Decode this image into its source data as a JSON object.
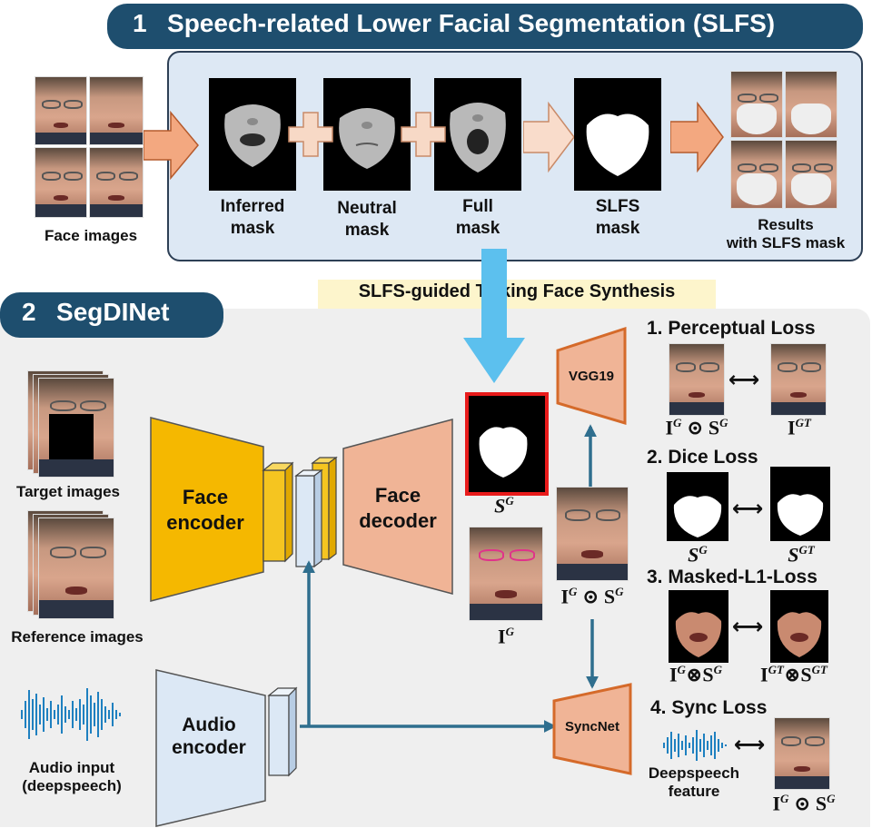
{
  "section1": {
    "number": "1",
    "title": "Speech-related Lower Facial Segmentation (SLFS)"
  },
  "section2": {
    "number": "2",
    "title": "SegDINet"
  },
  "slfs_banner": "SLFS-guided Talking Face Synthesis",
  "labels": {
    "face_images": "Face images",
    "inferred_mask_1": "Inferred",
    "inferred_mask_2": "mask",
    "neutral_mask_1": "Neutral",
    "neutral_mask_2": "mask",
    "full_mask_1": "Full",
    "full_mask_2": "mask",
    "slfs_mask_1": "SLFS",
    "slfs_mask_2": "mask",
    "results_1": "Results",
    "results_2": "with SLFS mask",
    "target_images": "Target images",
    "reference_images": "Reference images",
    "audio_input_1": "Audio input",
    "audio_input_2": "(deepspeech)",
    "face_encoder_1": "Face",
    "face_encoder_2": "encoder",
    "face_decoder_1": "Face",
    "face_decoder_2": "decoder",
    "audio_encoder_1": "Audio",
    "audio_encoder_2": "encoder",
    "vgg19": "VGG19",
    "syncnet": "SyncNet",
    "deepspeech_feature_1": "Deepspeech",
    "deepspeech_feature_2": "feature"
  },
  "math": {
    "SG_base": "S",
    "SG_sup": "G",
    "IG_base": "I",
    "IG_sup": "G",
    "IGodotSG": "⊙",
    "IGT_sup": "GT",
    "SGT_sup": "GT",
    "otimes": "⊗"
  },
  "losses": {
    "perceptual": "1. Perceptual Loss",
    "dice": "2. Dice Loss",
    "masked_l1": "3. Masked-L1-Loss",
    "sync": "4. Sync Loss",
    "arrow": "⟷"
  },
  "colors": {
    "pill": "#1e4e6e",
    "face_encoder": "#f5b800",
    "face_decoder": "#f0b496",
    "audio_encoder": "#dce8f5",
    "arrow_line": "#2f6e8e",
    "down_arrow": "#5cc0ee",
    "network_outline": "#d56a2a",
    "salmon_arrow": "#f3a880",
    "highlight_box": "#e81b1b",
    "banner_bg": "#fdf5cc"
  }
}
